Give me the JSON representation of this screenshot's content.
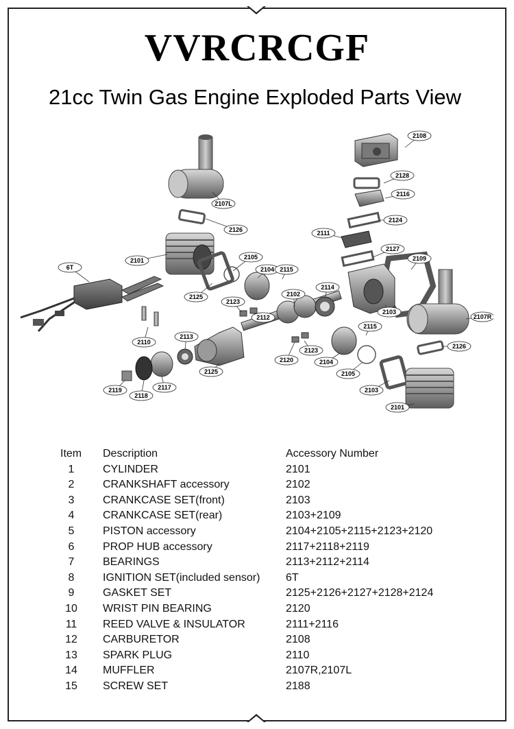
{
  "brand": "VVRCRCGF",
  "title": "21cc Twin Gas Engine Exploded Parts View",
  "part_labels": [
    "2108",
    "2128",
    "2116",
    "2124",
    "2107L",
    "2126",
    "2111",
    "2127",
    "2109",
    "2101",
    "2105",
    "2104",
    "2115",
    "6T",
    "2125",
    "2102",
    "2114",
    "2123",
    "2112",
    "2103",
    "2107R",
    "2115",
    "2110",
    "2113",
    "2123",
    "2104",
    "2126",
    "2120",
    "2105",
    "2103",
    "2125",
    "2119",
    "2118",
    "2117",
    "2101"
  ],
  "table": {
    "headers": {
      "item": "Item",
      "description": "Description",
      "accessory": "Accessory Number"
    },
    "rows": [
      {
        "item": "1",
        "description": "CYLINDER",
        "accessory": "2101"
      },
      {
        "item": "2",
        "description": "CRANKSHAFT accessory",
        "accessory": "2102"
      },
      {
        "item": "3",
        "description": "CRANKCASE SET(front)",
        "accessory": "2103"
      },
      {
        "item": "4",
        "description": "CRANKCASE SET(rear)",
        "accessory": "2103+2109"
      },
      {
        "item": "5",
        "description": "PISTON accessory",
        "accessory": "2104+2105+2115+2123+2120"
      },
      {
        "item": "6",
        "description": "PROP HUB accessory",
        "accessory": "2117+2118+2119"
      },
      {
        "item": "7",
        "description": "BEARINGS",
        "accessory": "2113+2112+2114"
      },
      {
        "item": "8",
        "description": "IGNITION SET(included sensor)",
        "accessory": "6T"
      },
      {
        "item": "9",
        "description": "GASKET SET",
        "accessory": "2125+2126+2127+2128+2124"
      },
      {
        "item": "10",
        "description": "WRIST PIN BEARING",
        "accessory": "2120"
      },
      {
        "item": "11",
        "description": "REED VALVE & INSULATOR",
        "accessory": "2111+2116"
      },
      {
        "item": "12",
        "description": "CARBURETOR",
        "accessory": "2108"
      },
      {
        "item": "13",
        "description": "SPARK PLUG",
        "accessory": "2110"
      },
      {
        "item": "14",
        "description": "MUFFLER",
        "accessory": "2107R,2107L"
      },
      {
        "item": "15",
        "description": "SCREW SET",
        "accessory": "2188"
      }
    ]
  }
}
